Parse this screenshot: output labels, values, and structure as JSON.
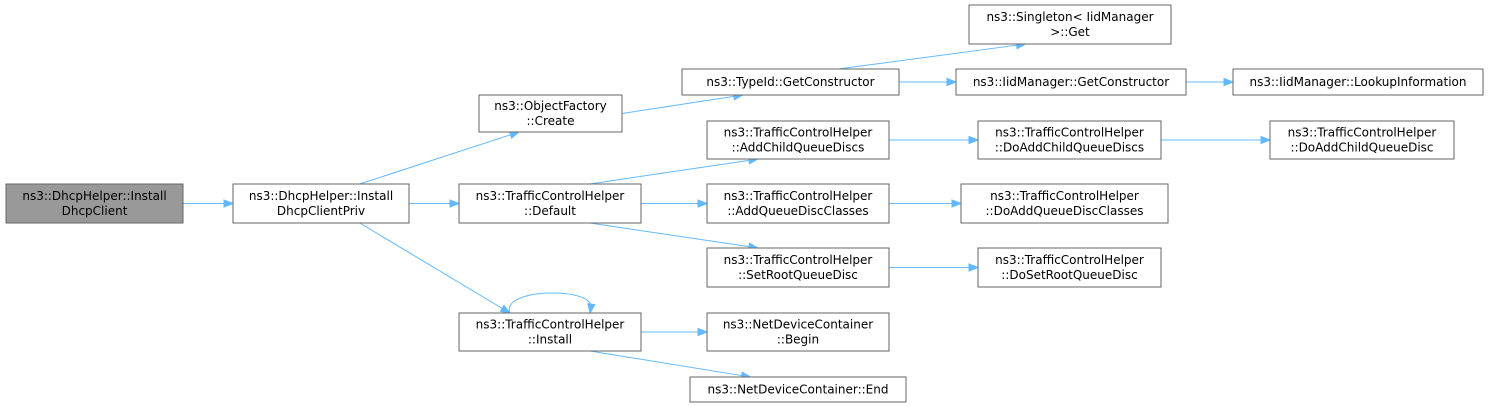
{
  "colors": {
    "edge": "#63b8ff",
    "node_border": "#666666",
    "root_fill": "#999999",
    "node_fill": "#ffffff"
  },
  "nodes": {
    "n_root": {
      "lines": [
        "ns3::DhcpHelper::Install",
        "DhcpClient"
      ],
      "highlight": true
    },
    "n_priv": {
      "lines": [
        "ns3::DhcpHelper::Install",
        "DhcpClientPriv"
      ]
    },
    "n_of": {
      "lines": [
        "ns3::ObjectFactory",
        "::Create"
      ]
    },
    "n_def": {
      "lines": [
        "ns3::TrafficControlHelper",
        "::Default"
      ]
    },
    "n_inst": {
      "lines": [
        "ns3::TrafficControlHelper",
        "::Install"
      ]
    },
    "n_tid": {
      "lines": [
        "ns3::TypeId::GetConstructor"
      ]
    },
    "n_acqd": {
      "lines": [
        "ns3::TrafficControlHelper",
        "::AddChildQueueDiscs"
      ]
    },
    "n_aqdc": {
      "lines": [
        "ns3::TrafficControlHelper",
        "::AddQueueDiscClasses"
      ]
    },
    "n_srqd": {
      "lines": [
        "ns3::TrafficControlHelper",
        "::SetRootQueueDisc"
      ]
    },
    "n_ndcb": {
      "lines": [
        "ns3::NetDeviceContainer",
        "::Begin"
      ]
    },
    "n_ndce": {
      "lines": [
        "ns3::NetDeviceContainer::End"
      ]
    },
    "n_sing": {
      "lines": [
        "ns3::Singleton< IidManager",
        ">::Get"
      ]
    },
    "n_iidgc": {
      "lines": [
        "ns3::IidManager::GetConstructor"
      ]
    },
    "n_doacqd": {
      "lines": [
        "ns3::TrafficControlHelper",
        "::DoAddChildQueueDiscs"
      ]
    },
    "n_doaqdc": {
      "lines": [
        "ns3::TrafficControlHelper",
        "::DoAddQueueDiscClasses"
      ]
    },
    "n_dosrqd": {
      "lines": [
        "ns3::TrafficControlHelper",
        "::DoSetRootQueueDisc"
      ]
    },
    "n_lookup": {
      "lines": [
        "ns3::IidManager::LookupInformation"
      ]
    },
    "n_doacqd1": {
      "lines": [
        "ns3::TrafficControlHelper",
        "::DoAddChildQueueDisc"
      ]
    }
  },
  "edges": [
    [
      "n_root",
      "n_priv"
    ],
    [
      "n_priv",
      "n_of"
    ],
    [
      "n_priv",
      "n_def"
    ],
    [
      "n_priv",
      "n_inst"
    ],
    [
      "n_of",
      "n_tid"
    ],
    [
      "n_def",
      "n_acqd"
    ],
    [
      "n_def",
      "n_aqdc"
    ],
    [
      "n_def",
      "n_srqd"
    ],
    [
      "n_inst",
      "n_inst"
    ],
    [
      "n_inst",
      "n_ndcb"
    ],
    [
      "n_inst",
      "n_ndce"
    ],
    [
      "n_tid",
      "n_sing"
    ],
    [
      "n_tid",
      "n_iidgc"
    ],
    [
      "n_iidgc",
      "n_lookup"
    ],
    [
      "n_acqd",
      "n_doacqd"
    ],
    [
      "n_doacqd",
      "n_doacqd1"
    ],
    [
      "n_aqdc",
      "n_doaqdc"
    ],
    [
      "n_srqd",
      "n_dosrqd"
    ]
  ]
}
